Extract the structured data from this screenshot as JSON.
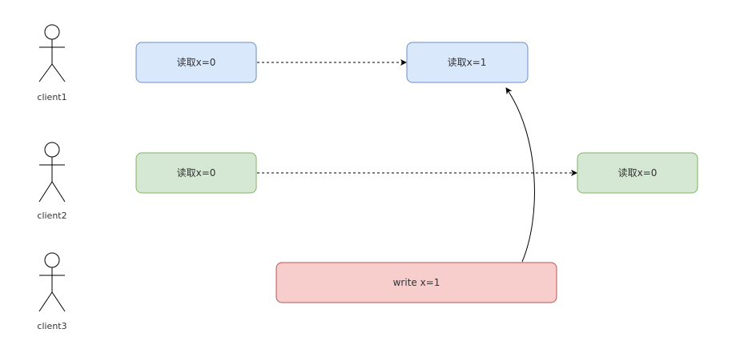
{
  "actors": [
    {
      "label": "client1"
    },
    {
      "label": "client2"
    },
    {
      "label": "client3"
    }
  ],
  "boxes": {
    "c1_read_before": {
      "label": "读取x=0",
      "fill": "#dae8fc",
      "stroke": "#6c8ebf"
    },
    "c1_read_after": {
      "label": "读取x=1",
      "fill": "#dae8fc",
      "stroke": "#6c8ebf"
    },
    "c2_read_before": {
      "label": "读取x=0",
      "fill": "#d5e8d4",
      "stroke": "#82b366"
    },
    "c2_read_after": {
      "label": "读取x=0",
      "fill": "#d5e8d4",
      "stroke": "#82b366"
    },
    "c3_write": {
      "label": "write x=1",
      "fill": "#f8cecc",
      "stroke": "#b85450"
    }
  },
  "edges": [
    {
      "from": "c1_read_before",
      "to": "c1_read_after",
      "style": "dashed"
    },
    {
      "from": "c2_read_before",
      "to": "c2_read_after",
      "style": "dashed"
    },
    {
      "from": "c3_write",
      "to": "c1_read_after",
      "style": "solid-curved"
    }
  ]
}
